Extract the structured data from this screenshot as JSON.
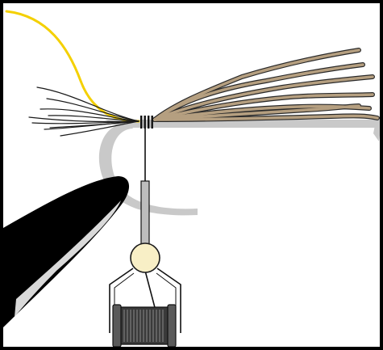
{
  "colors": {
    "background": "#ffffff",
    "frame": "#000000",
    "hook": "#c9c9c9",
    "thread": "#111111",
    "tail_fibers": "#b59f80",
    "tail_outline": "#2a2a2a",
    "yellow_wire": "#f4d000",
    "bead": "#f8efc6",
    "bead_outline": "#1a1a1a",
    "tube": "#bdbdbd",
    "bobbin_spool": "#3a3a3a",
    "vise_jaw": "#000000",
    "vise_jaw_highlight": "#d9d9d9"
  },
  "parts": [
    {
      "name": "hook",
      "icon": "hook-icon"
    },
    {
      "name": "vise-jaw",
      "icon": "vise-jaw-icon"
    },
    {
      "name": "tail-fibers",
      "icon": "tail-fibers-icon"
    },
    {
      "name": "hackle-fibers",
      "icon": "hackle-fibers-icon"
    },
    {
      "name": "yellow-wire",
      "icon": "wire-icon"
    },
    {
      "name": "thread-wraps",
      "icon": "thread-wraps-icon"
    },
    {
      "name": "bobbin",
      "icon": "bobbin-icon"
    }
  ]
}
